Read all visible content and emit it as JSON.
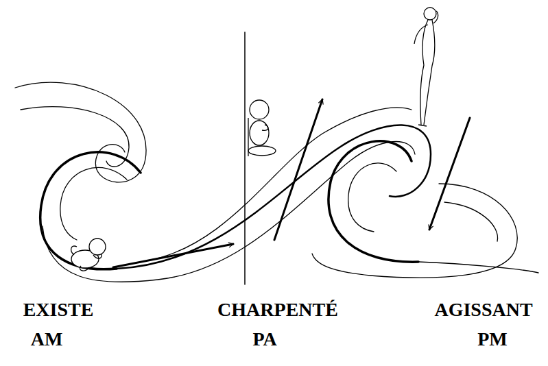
{
  "diagram": {
    "labels": [
      "EXISTE",
      "AM",
      "CHARPENTÉ",
      "PA",
      "AGISSANT",
      "PM"
    ]
  }
}
